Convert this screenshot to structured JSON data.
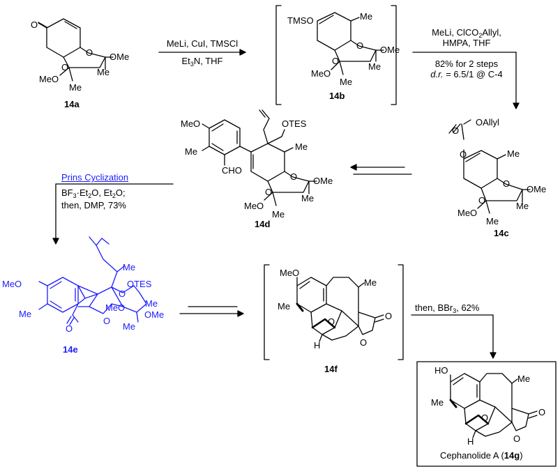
{
  "compounds": {
    "c14a": "14a",
    "c14b": "14b",
    "c14c": "14c",
    "c14d": "14d",
    "c14e": "14e",
    "c14f": "14f",
    "c14g_prefix": "Cephanolide A (",
    "c14g_bold": "14g",
    "c14g_suffix": ")"
  },
  "conditions": {
    "step1_line1": "MeLi, CuI, TMSCl",
    "step1_line2_a": "Et",
    "step1_line2_sub": "3",
    "step1_line2_b": "N, THF",
    "step2_line1_a": "MeLi, ClCO",
    "step2_line1_sub": "2",
    "step2_line1_b": "Allyl,",
    "step2_line2": "HMPA, THF",
    "step2_line3": "82% for 2 steps",
    "step2_line4_italic": "d.r.",
    "step2_line4_rest": " = 6.5/1 @ C-4",
    "prins_title": "Prins Cyclization",
    "prins_line2_a": "BF",
    "prins_line2_sub1": "3",
    "prins_line2_b": "·Et",
    "prins_line2_sub2": "2",
    "prins_line2_c": "O, Et",
    "prins_line2_sub3": "2",
    "prins_line2_d": "O;",
    "prins_line3": "then, DMP, 73%",
    "final_a": "then, BBr",
    "final_sub": "3",
    "final_b": ", 62%"
  },
  "atoms": {
    "ome": "OMe",
    "meo": "MeO",
    "me": "Me",
    "o": "O",
    "h": "H",
    "ho": "HO",
    "tmso": "TMSO",
    "otes": "OTES",
    "oallyl": "OAllyl",
    "cho": "CHO",
    "ho_mark": "O"
  },
  "colors": {
    "ink": "#000000",
    "highlight": "#1a1aff"
  }
}
